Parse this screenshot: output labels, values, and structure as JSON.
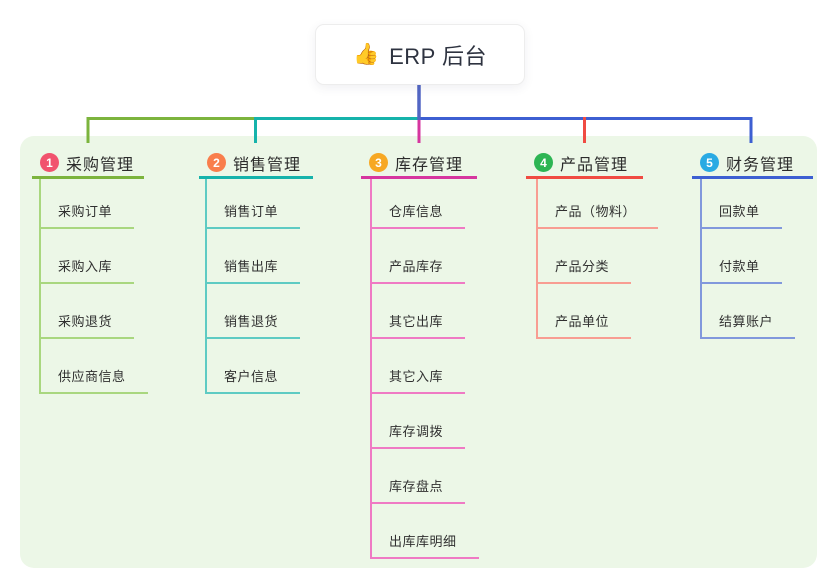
{
  "root": {
    "icon": "👍",
    "title": "ERP 后台"
  },
  "canvas": {
    "background": "#ffffff",
    "panel_background": "#ecf7e7",
    "trunk_color": "#5266c4",
    "text_color": "#2e3340"
  },
  "branches": [
    {
      "number": "1",
      "title": "采购管理",
      "color": "#7cb43d",
      "light_color": "#a9d77f",
      "badge_color": "#f1536e",
      "children": [
        "采购订单",
        "采购入库",
        "采购退货",
        "供应商信息"
      ]
    },
    {
      "number": "2",
      "title": "销售管理",
      "color": "#16b3ab",
      "light_color": "#5ecbc3",
      "badge_color": "#f97e4c",
      "children": [
        "销售订单",
        "销售出库",
        "销售退货",
        "客户信息"
      ]
    },
    {
      "number": "3",
      "title": "库存管理",
      "color": "#d6369f",
      "light_color": "#ef7ac4",
      "badge_color": "#f7a823",
      "children": [
        "仓库信息",
        "产品库存",
        "其它出库",
        "其它入库",
        "库存调拨",
        "库存盘点",
        "出库库明细"
      ]
    },
    {
      "number": "4",
      "title": "产品管理",
      "color": "#f04b42",
      "light_color": "#f89d92",
      "badge_color": "#2db553",
      "children": [
        "产品（物料）",
        "产品分类",
        "产品单位"
      ]
    },
    {
      "number": "5",
      "title": "财务管理",
      "color": "#3d5fd2",
      "light_color": "#8198dc",
      "badge_color": "#29aae3",
      "children": [
        "回款单",
        "付款单",
        "结算账户"
      ]
    }
  ]
}
